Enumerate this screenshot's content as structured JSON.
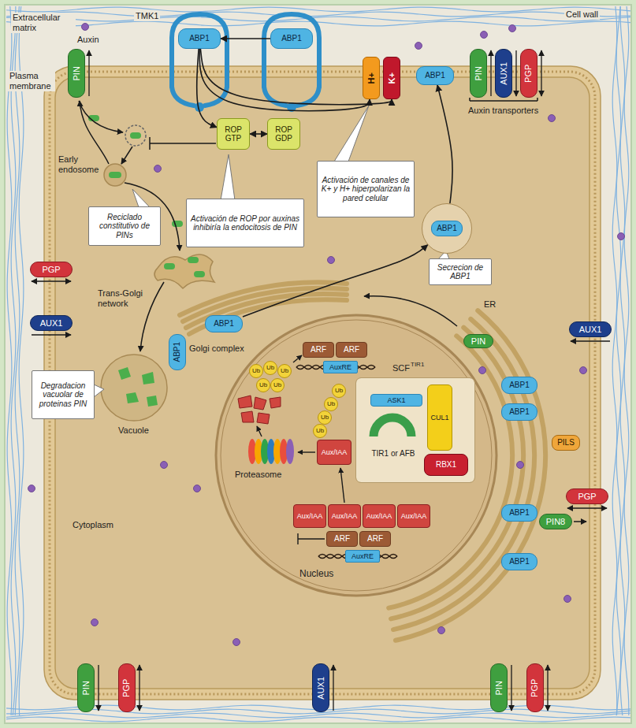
{
  "diagram": {
    "nodes": [
      {
        "text": [
          "ABP1"
        ]
      },
      {
        "text": [
          "ABP1"
        ]
      },
      {
        "text": [
          "H+"
        ]
      },
      {
        "text": [
          "K+"
        ]
      },
      {
        "text": [
          "ABP1"
        ]
      },
      {
        "text": [
          "PIN"
        ]
      },
      {
        "text": [
          "AUX1"
        ]
      },
      {
        "text": [
          "PGP"
        ]
      },
      {
        "text": [
          "PIN"
        ]
      },
      {
        "text": [
          "ROP GTP"
        ]
      },
      {
        "text": [
          "ROP GDP"
        ]
      },
      {
        "text": [
          "Activación de ROP por auxinas inhibiría la endocitosis de PIN"
        ]
      },
      {
        "text": [
          "Activación de canales de K+ y H+ hiperpolarizan la pared celular"
        ]
      },
      {
        "text": [
          "Reciclado constitutivo de PINs"
        ]
      },
      {
        "text": [
          "Secrecion de ABP1"
        ]
      },
      {
        "text": [
          "Degradacion vacuolar de proteinas PIN"
        ]
      },
      {
        "text": [
          "PGP"
        ]
      },
      {
        "text": [
          "AUX1"
        ]
      },
      {
        "text": [
          "AUX1"
        ]
      },
      {
        "text": [
          "PGP"
        ]
      },
      {
        "text": [
          "ABP1"
        ]
      },
      {
        "text": [
          "ABP1"
        ]
      },
      {
        "text": [
          "ABP1"
        ]
      },
      {
        "text": [
          "PIN"
        ]
      },
      {
        "text": [
          "ABP1"
        ]
      },
      {
        "text": [
          "ABP1"
        ]
      },
      {
        "text": [
          "PILS"
        ]
      },
      {
        "text": [
          "ABP1"
        ]
      },
      {
        "text": [
          "PIN8"
        ]
      },
      {
        "text": [
          "ABP1"
        ]
      },
      {
        "text": [
          "Nucleus"
        ]
      },
      {
        "text": [
          "ARF"
        ],
        "in": 30
      },
      {
        "text": [
          "ARF"
        ],
        "in": 30
      },
      {
        "text": [
          "AuxRE"
        ],
        "in": 30
      },
      {
        "text": [
          "Ub"
        ],
        "in": 30
      },
      {
        "text": [
          "Ub"
        ],
        "in": 30
      },
      {
        "text": [
          "Ub"
        ],
        "in": 30
      },
      {
        "text": [
          "Ub"
        ],
        "in": 30
      },
      {
        "text": [
          "Ub"
        ],
        "in": 30
      },
      {
        "text": [
          "Ub"
        ],
        "in": 30
      },
      {
        "text": [
          "Ub"
        ],
        "in": 30
      },
      {
        "text": [
          "Ub"
        ],
        "in": 30
      },
      {
        "text": [
          "Ub"
        ],
        "in": 30
      },
      {
        "text": [
          "Aux/IAA"
        ],
        "in": 30
      },
      {
        "text": [
          "SCF",
          "TIR1"
        ],
        "in": 30
      },
      {
        "text": [
          "ASK1"
        ],
        "in": 44
      },
      {
        "text": [
          "TIR1 or AFB"
        ],
        "in": 44
      },
      {
        "text": [
          "CUL1"
        ],
        "in": 44
      },
      {
        "text": [
          "RBX1"
        ],
        "in": 44
      },
      {
        "text": [
          "Aux/IAA"
        ],
        "in": 30
      },
      {
        "text": [
          "Aux/IAA"
        ],
        "in": 30
      },
      {
        "text": [
          "Aux/IAA"
        ],
        "in": 30
      },
      {
        "text": [
          "Aux/IAA"
        ],
        "in": 30
      },
      {
        "text": [
          "ARF"
        ],
        "in": 30
      },
      {
        "text": [
          "ARF"
        ],
        "in": 30
      },
      {
        "text": [
          "AuxRE"
        ],
        "in": 30
      },
      {
        "text": [
          "PIN"
        ]
      },
      {
        "text": [
          "PGP"
        ]
      },
      {
        "text": [
          "AUX1"
        ]
      },
      {
        "text": [
          "PIN"
        ]
      },
      {
        "text": [
          "PGP"
        ]
      }
    ],
    "edges": [
      {
        "from": 1,
        "to": 0,
        "arrow": "to"
      },
      {
        "from": 0,
        "to": 2,
        "arrow": "to"
      },
      {
        "from": 0,
        "to": 3,
        "arrow": "to"
      },
      {
        "from": 0,
        "to": 9,
        "arrow": "to"
      },
      {
        "from": 20,
        "to": 4,
        "arrow": "to"
      },
      {
        "from": 21,
        "to": 20,
        "arrow": "to"
      },
      {
        "from": 9,
        "to": 10,
        "arrow": "both"
      }
    ],
    "labels": [
      "Cell wall",
      "Extracellular matrix",
      "Auxin",
      "TMK1",
      "Plasma membrane",
      "Auxin transporters",
      "Early endosome",
      "Trans-Golgi network",
      "Golgi complex",
      "ER",
      "Vacuole",
      "Cytoplasm",
      "Proteasome"
    ]
  }
}
